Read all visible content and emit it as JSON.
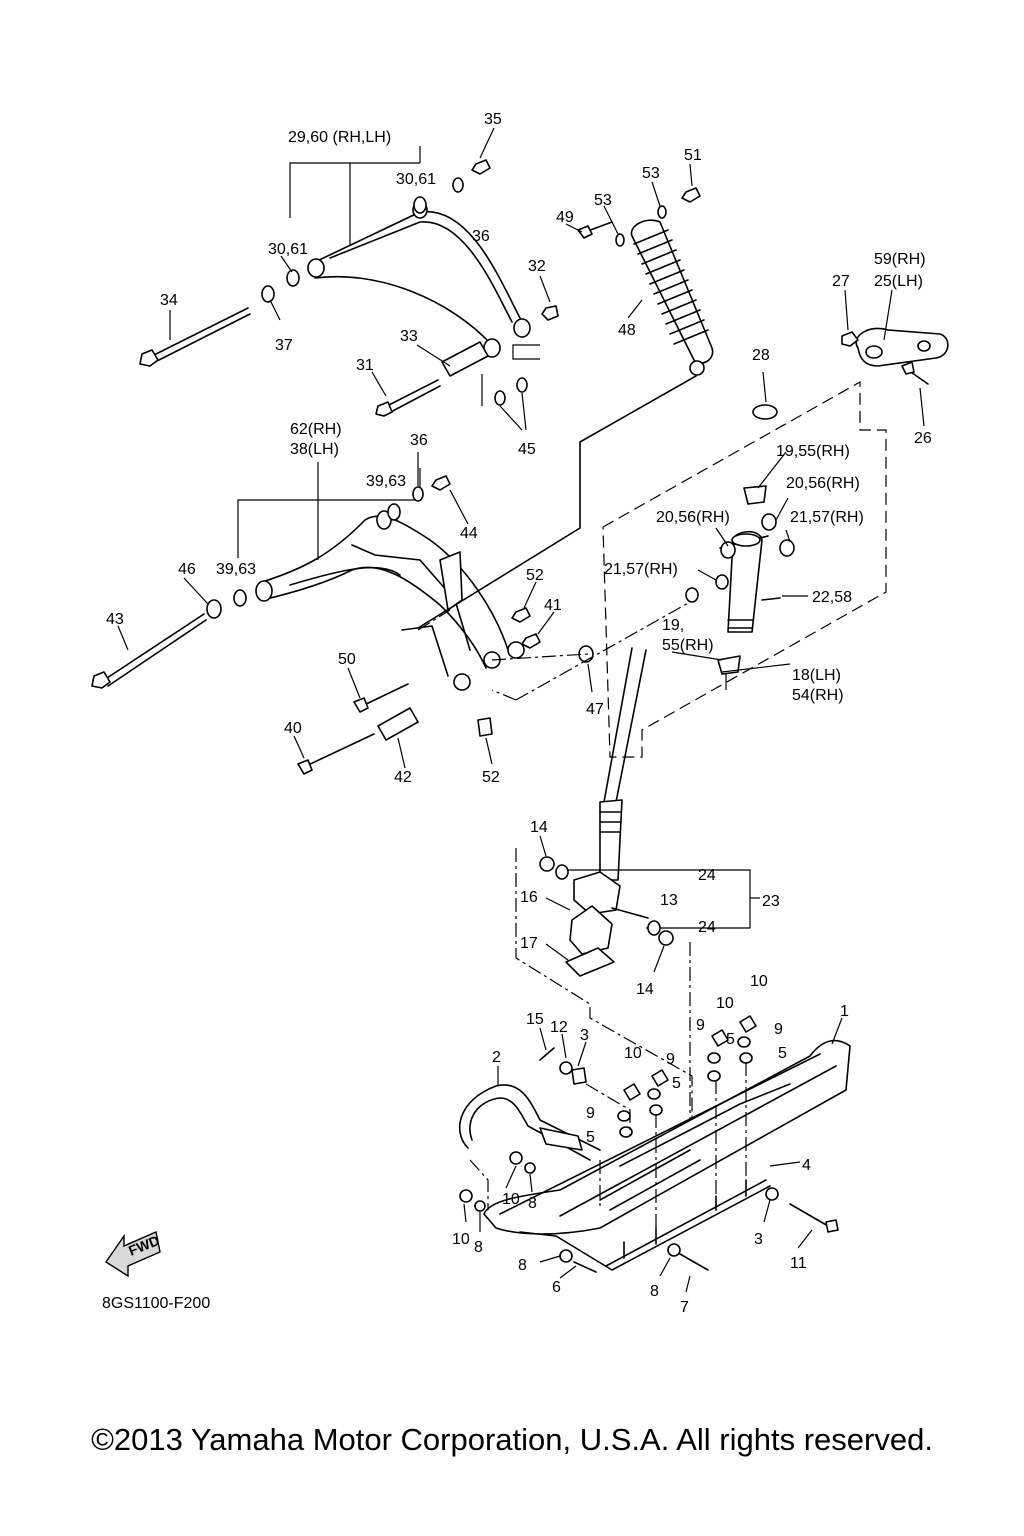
{
  "drawing_code": "8GS1100-F200",
  "fwd_label": "FWD",
  "copyright": "©2013 Yamaha Motor Corporation, U.S.A. All rights reserved.",
  "callouts": [
    "29,60 (RH,LH)",
    "35",
    "30,61",
    "36",
    "30,61",
    "32",
    "34",
    "37",
    "33",
    "31",
    "45",
    "51",
    "53",
    "53",
    "49",
    "48",
    "27",
    "59(RH)",
    "25(LH)",
    "26",
    "28",
    "62(RH)",
    "38(LH)",
    "36",
    "39,63",
    "44",
    "19,55(RH)",
    "20,56(RH)",
    "20,56(RH)",
    "21,57(RH)",
    "46",
    "39,63",
    "43",
    "52",
    "41",
    "21,57(RH)",
    "22,58",
    "19,",
    "55(RH)",
    "18(LH)",
    "54(RH)",
    "50",
    "47",
    "40",
    "42",
    "52",
    "14",
    "24",
    "23",
    "16",
    "13",
    "24",
    "17",
    "14",
    "10",
    "10",
    "9",
    "5",
    "9",
    "5",
    "1",
    "15",
    "12",
    "3",
    "10",
    "9",
    "5",
    "2",
    "9",
    "5",
    "4",
    "10",
    "8",
    "10",
    "8",
    "3",
    "11",
    "8",
    "6",
    "8",
    "7"
  ]
}
